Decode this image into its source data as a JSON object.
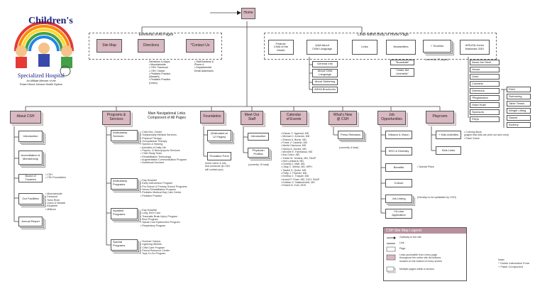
{
  "logo": {
    "name": "Children's",
    "line2": "Specialized Hospital",
    "line3": "An Affiliate Member of the",
    "line4": "Robert Wood Johnson Health System"
  },
  "home": "Home",
  "elements_heading": "Elements of All Pages",
  "links_heading": "Links within Body of Home Page",
  "nav_heading": "Main Navigational Links\nComponent of All Pages",
  "top": {
    "sitemap": "Site Map",
    "directions": "Directions",
    "contact": "*Contact Us",
    "directions_list": [
      "Directions & Maps:",
      "• Mountainside",
      "• CSH: Fanwood",
      "• CSH: Ocean",
      "• Pediatric Practice",
      "  (Newark)",
      "• Pediatric Practice",
      "  (Union)"
    ],
    "contact_list": [
      "• Staff Address &",
      "  Phone #",
      "• Departmental",
      "  Email Addresses"
    ],
    "feature": "Feature:\nChild of the\nMonth",
    "qa": "Q&A About\nChild Language",
    "links": "Links",
    "newsletters": "Newsletters",
    "timeline": "+ Timeline",
    "timeline_note": "(currently 32 pages)",
    "wsusa": "WSUSA Junior\nNationals 2001",
    "qa_items": [
      "General Info",
      "About Child\nLanguage",
      "About Stuttering",
      "ASHA Brochures"
    ],
    "news_items": [
      "\"Boardtalk\"",
      "\"Under the\nUmbrella\""
    ],
    "wsusa_items": [
      "About the Meet",
      "Venue",
      "Links",
      "Contacts",
      "Directions",
      "*Registration",
      "Hotel Hotel",
      "Sponsors",
      "FAQs"
    ],
    "wsusa_sub": [
      "Field",
      "Swimming",
      "Table Tennis",
      "Weight Lifting",
      "Slalom",
      "Archery"
    ]
  },
  "nav": {
    "about": "About CSH",
    "programs": "Programs &\nServices",
    "foundation": "Foundation",
    "meet": "Meet Our\nStaff",
    "calendar": "Calendar\nof Events",
    "whats": "What's New\n@ CSH",
    "jobs": "Job\nOpportunities",
    "playroom": "Playroom"
  },
  "about_items": [
    "Introduction",
    "Accreditation &\nMembership",
    "Board of Trustees",
    "Our Facilities",
    "Annual Report"
  ],
  "board_list": "• CSH\n• CSH Foundation",
  "facilities_list": "• Mountainside\n• Fanwood\n• Toms River\n• Union & Newark\n• Elizabeth\n• Millburn",
  "programs_items": [
    "Ambulatory\nServices",
    "Ambulatory\nPrograms",
    "Inpatient\nPrograms",
    "Special\nPrograms"
  ],
  "amb_services_list": "• Child Dev. Center\n• Subspecialty Medical Services\n• Physical Therapy\n• Occupational Therapy\n• Speech & Hearing\n• Activities of Daily Life\n• Psycho- & Neuropsycho Services\n• Child Study Team\n• Rehabilitation Technology\n• Augmentative Communication Program\n• Nutritional Services",
  "amb_programs_list": "• Day Hospital\n• Early Intervention Program\n• Pre-School & Primary School Programs\n• Neuro-Rehabilitation Program\n• Pediatric Medical Day Care Center\n• Pediatric Practice",
  "inpatient_list": "• Day Hospital\n• Long-Term Care\n• Traumatic Brain Injury Program\n• Burn Program\n• Spinal Cord Dysfunction Program\n• Respiratory Program",
  "special_list": "• Summer Camps\n• Lightning Wheels\n• Child Care Program\n• Parent Resource Center\n• Toys-To-Go Program",
  "foundation_items": [
    "(Estimated at\n12 Pages)",
    "*Donation Form"
  ],
  "foundation_note": "(enter name & info\nand someone @ CSH\nwill contact you)",
  "meet_items": [
    "Introduction",
    "Physician\nProfiles"
  ],
  "meet_note": "(currently 19 total)",
  "physicians": "• Kishan C. Agarwal, MD\n• Michael J. Armento, MD\n• Sharon A. Burke, MD\n• Frank V. Castello, MD\n• Mertie Diamond, MD\n• Nancy A. Durant, MD\n• Michele E. Fanelassa, MD\n• Ava Golzo, MD\n• Yvette M. Jenkins, MD, FAAP\n• Neil Lombardi, MD\n• Donella J. Mati, MD\n• Uday C. Mehta, MD, MPH\n• Tarakh S. Qudsi, MD\n• Philip J. Thamler, MD\n• Evelina C. Trasper, MD\n• Arvind P. Shah, MD, DCH, FAAP\n• Kristian G. Nalamendoti, MD\n• Robert N. Zohl, DDS",
  "press": "Press Releases",
  "press_note": "(currently 6 total)",
  "jobs_items": [
    "Mission & Vision",
    "EEO & Diversity",
    "Benefits",
    "Culture",
    "Job Listing",
    "*On-line\nApplication"
  ],
  "jobs_note": "(Develop to be updatable by CSH)",
  "special_place": "• Special Place",
  "play_items": [
    "+ Kids Activities",
    "Kids Links"
  ],
  "play_list": "• Coloring Book\n  (pages that kids can print out and color)\n• Flash Game",
  "legend": {
    "title": "CSH Site Map Legend",
    "items": [
      "Gateway to the site",
      "Link",
      "Page",
      "Links accessible from every page\nthroughout the entire site via buttons\nlocated on the bottom of every screen",
      "Multiple pages within a section"
    ]
  },
  "note": "Note:\n* Online Interactive Form\n+ Flash Component"
}
